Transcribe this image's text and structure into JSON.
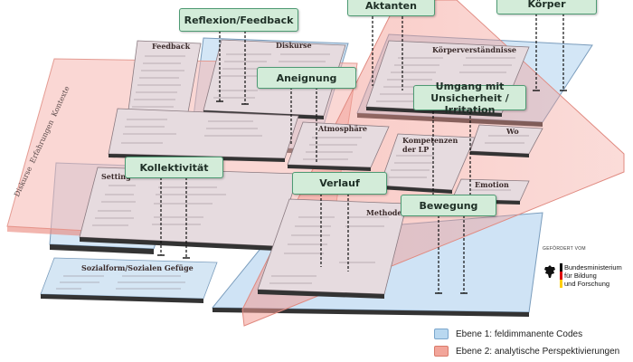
{
  "labels": {
    "reflexion": "Reflexion/Feedback",
    "aktanten": "Aktanten",
    "koerper": "Körper",
    "aneignung": "Aneignung",
    "umgang_line1": "Umgang mit",
    "umgang_line2": "Unsicherheit / Irritation",
    "kollektivitaet": "Kollektivität",
    "verlauf": "Verlauf",
    "bewegung": "Bewegung"
  },
  "plane_titles": {
    "feedback": "Feedback",
    "diskurse": "Diskurse",
    "koerperverstaendnisse": "Körperverständnisse",
    "atmosphaere": "Atmosphäre",
    "kompetenzen": "Kompetenzen der LP",
    "wo": "Wo",
    "setting": "Setting",
    "methode": "Methode",
    "emotion": "Emotion",
    "sozialform": "Sozialform/Sozialen Gefüge"
  },
  "side_text": "Diskurse  Erfahrungen  Kontexte",
  "funder": {
    "small": "GEFÖRDERT VOM",
    "name_lines": [
      "Bundesministerium",
      "für Bildung",
      "und Forschung"
    ],
    "flag_colors": [
      "#000000",
      "#dd0000",
      "#ffce00"
    ]
  },
  "legend": [
    {
      "label": "Ebene 1: feldimmanente Codes",
      "color": "#b9d8f0",
      "border": "#7aa6cc"
    },
    {
      "label": "Ebene 2: analytische Perspektivierungen",
      "color": "#f2a59a",
      "border": "#d97a6a"
    }
  ],
  "colors": {
    "ebene1": "#d6e8f6",
    "ebene2_plane": "#f4b3ab",
    "label_fill": "#d3ecd9",
    "label_border": "#4e9a73",
    "panel": "#e4dadd"
  }
}
